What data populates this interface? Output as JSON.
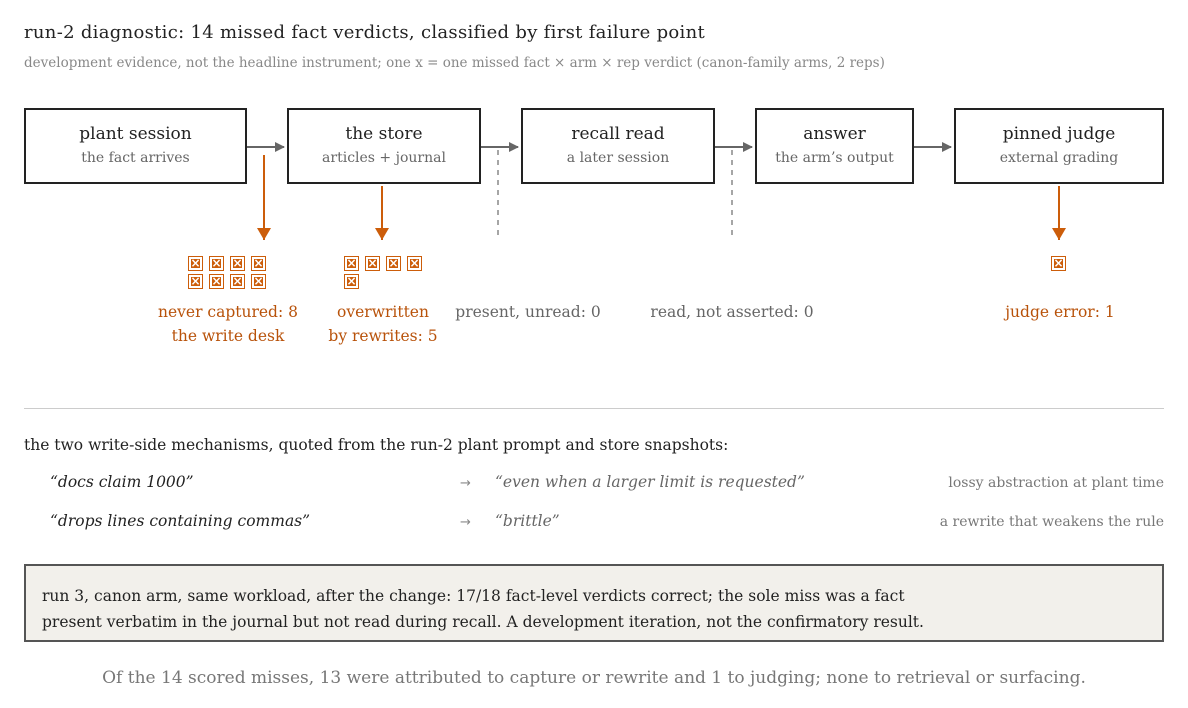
{
  "title": "run-2 diagnostic: 14 missed fact verdicts, classified by first failure point",
  "subtitle": "development evidence, not the headline instrument; one x = one missed fact × arm × rep verdict (canon-family arms, 2 reps)",
  "stages": [
    {
      "name": "plant session",
      "sub": "the fact arrives"
    },
    {
      "name": "the store",
      "sub": "articles + journal"
    },
    {
      "name": "recall read",
      "sub": "a later session"
    },
    {
      "name": "answer",
      "sub": "the arm’s output"
    },
    {
      "name": "pinned judge",
      "sub": "external grading"
    }
  ],
  "failures": {
    "never_captured": {
      "count": 8,
      "line1": "never captured: 8",
      "line2": "the write desk"
    },
    "overwritten": {
      "count": 5,
      "line1": "overwritten",
      "line2": "by rewrites: 5"
    },
    "present_unread": {
      "count": 0,
      "line1": "present, unread: 0"
    },
    "read_not_asserted": {
      "count": 0,
      "line1": "read, not asserted: 0"
    },
    "judge_error": {
      "count": 1,
      "line1": "judge error: 1"
    }
  },
  "mechanisms": {
    "intro": "the two write-side mechanisms, quoted from the run-2 plant prompt and store snapshots:",
    "arrow": "→",
    "rows": [
      {
        "quote": "“docs claim 1000”",
        "result": "“even when a larger limit is requested”",
        "note": "lossy abstraction at plant time"
      },
      {
        "quote": "“drops lines containing commas”",
        "result": "“brittle”",
        "note": "a rewrite that weakens the rule"
      }
    ]
  },
  "callout": {
    "line1": "run 3, canon arm, same workload, after the change: 17/18 fact-level verdicts correct; the sole miss was a fact",
    "line2": "present verbatim in the journal but not read during recall. A development iteration, not the confirmatory result."
  },
  "footer": "Of the 14 scored misses, 13 were attributed to capture or rewrite and 1 to judging; none to retrieval or surfacing.",
  "colors": {
    "accent": "#cc5d0a",
    "flow": "#666666",
    "box_border": "#222222",
    "callout_bg": "#f2f0eb"
  }
}
